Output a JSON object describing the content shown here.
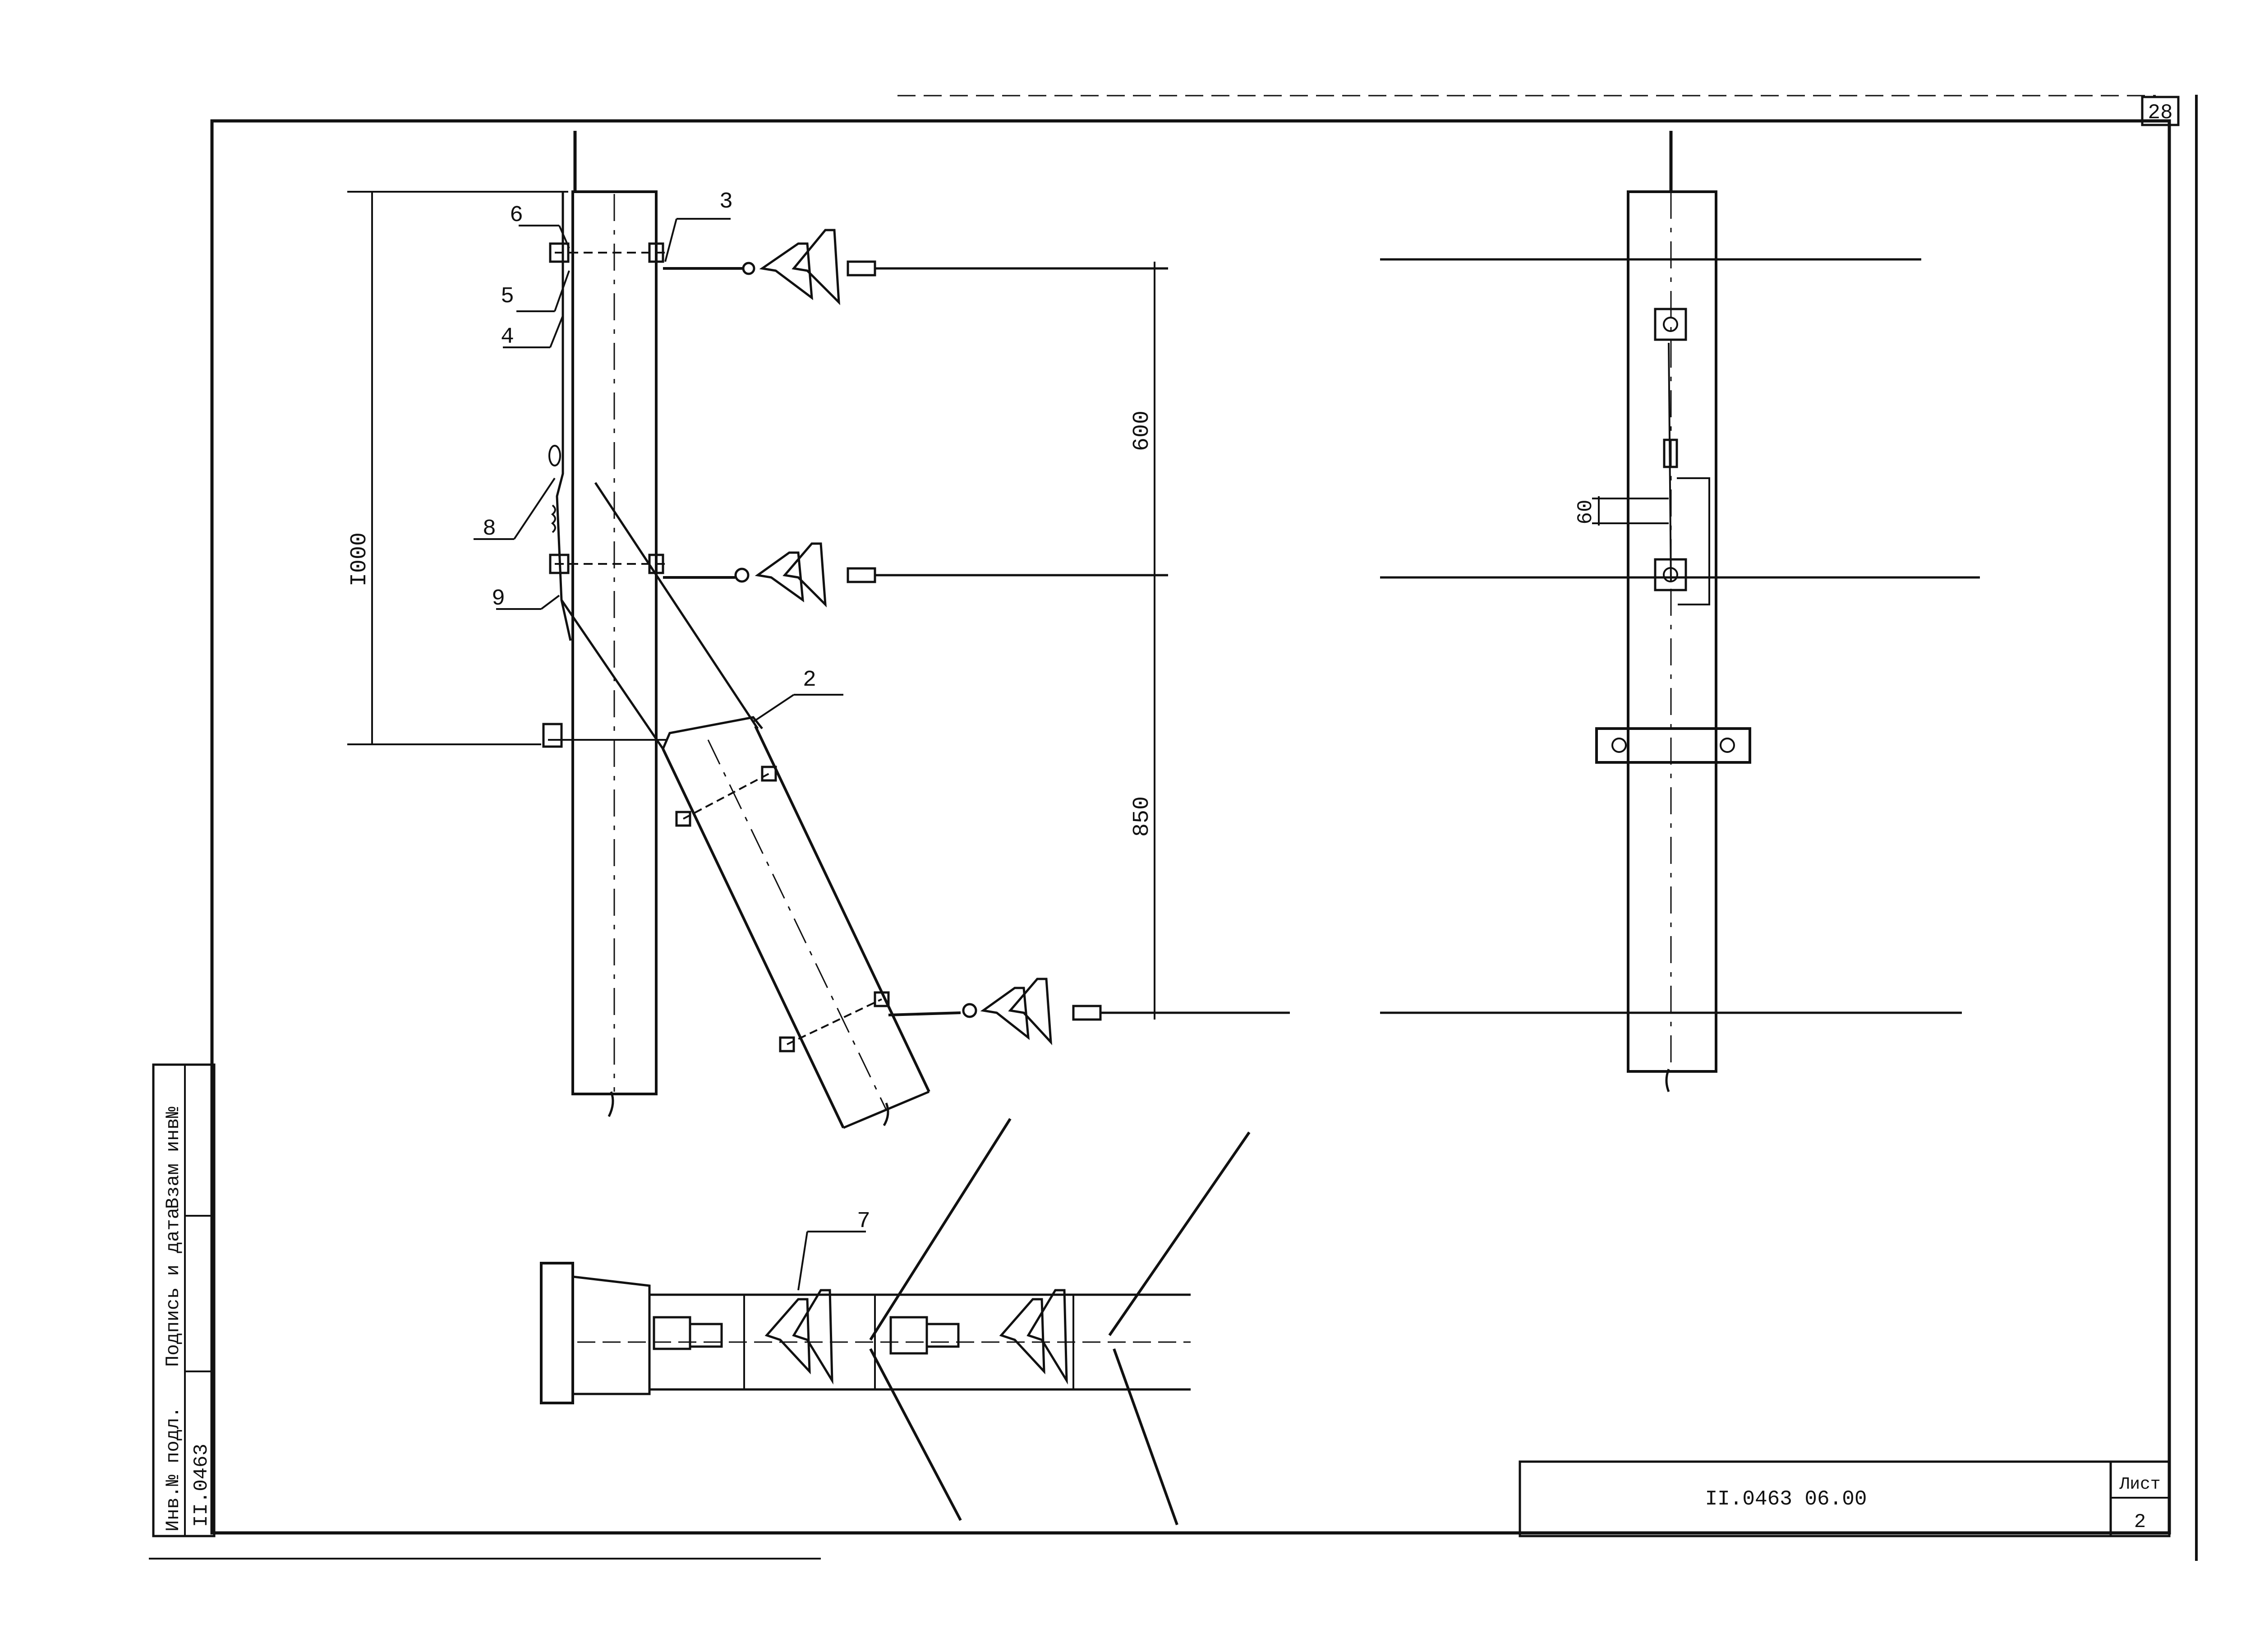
{
  "sheet": {
    "page_number": "28",
    "drawing_code": "II.0463 06.00",
    "sheet_label": "Лист",
    "sheet_number": "2"
  },
  "side_stamp": {
    "inventory_label": "Инв.№ подл.",
    "signature_date_label": "Подпись и дата",
    "replace_inventory_label": "Взам инв№",
    "inventory_value": "II.0463"
  },
  "callouts": [
    "2",
    "3",
    "4",
    "5",
    "6",
    "7",
    "8",
    "9"
  ],
  "dimensions": {
    "total_height": "I000",
    "upper_spacing": "600",
    "lower_spacing": "850",
    "side_gap": "60"
  }
}
